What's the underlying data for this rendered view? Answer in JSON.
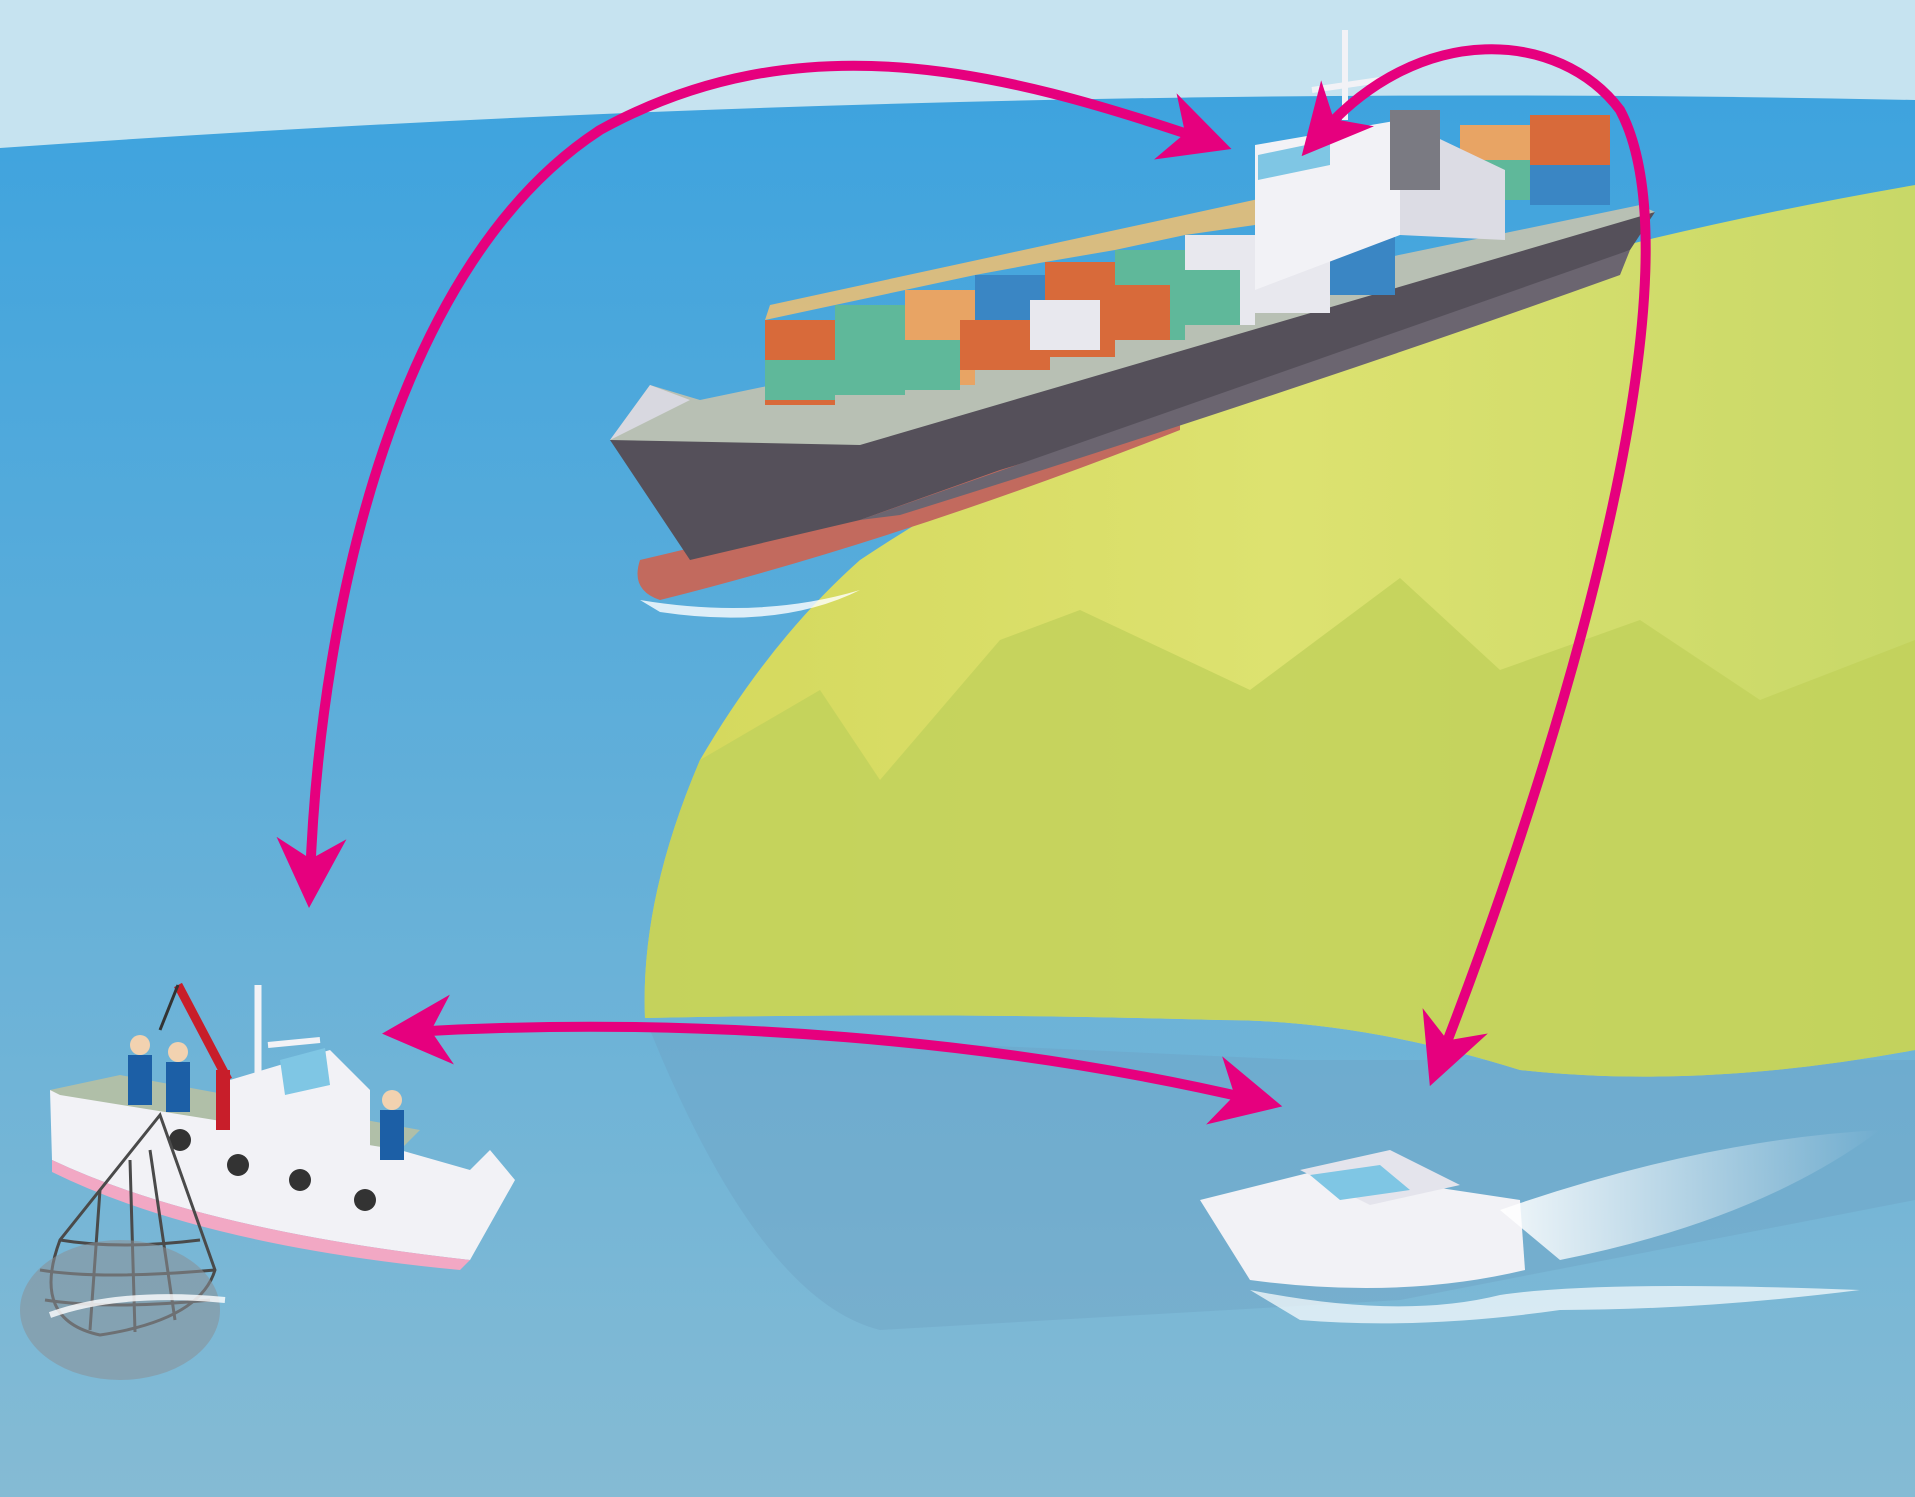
{
  "diagram": {
    "nodes": [
      {
        "id": "container-ship",
        "kind": "cargo container ship"
      },
      {
        "id": "fishing-boat",
        "kind": "fishing boat with crane and net"
      },
      {
        "id": "pleasure-boat",
        "kind": "motor cruiser"
      }
    ],
    "connections": [
      {
        "from": "container-ship",
        "to": "fishing-boat",
        "bidirectional": true
      },
      {
        "from": "container-ship",
        "to": "pleasure-boat",
        "bidirectional": true
      },
      {
        "from": "fishing-boat",
        "to": "pleasure-boat",
        "bidirectional": true
      }
    ]
  },
  "colors": {
    "sky": "#c6e3f0",
    "sea_far": "#3ea3de",
    "sea_near": "#85bbd4",
    "land_light": "#d9de6e",
    "land_dark": "#bccf62",
    "arrow": "#e6007e",
    "hull_dark": "#55505a",
    "hull_bottom": "#c26a5e"
  },
  "icons": [
    "container-ship-icon",
    "fishing-boat-icon",
    "fishing-net-icon",
    "motor-boat-icon",
    "crew-member-icon",
    "crane-icon"
  ]
}
